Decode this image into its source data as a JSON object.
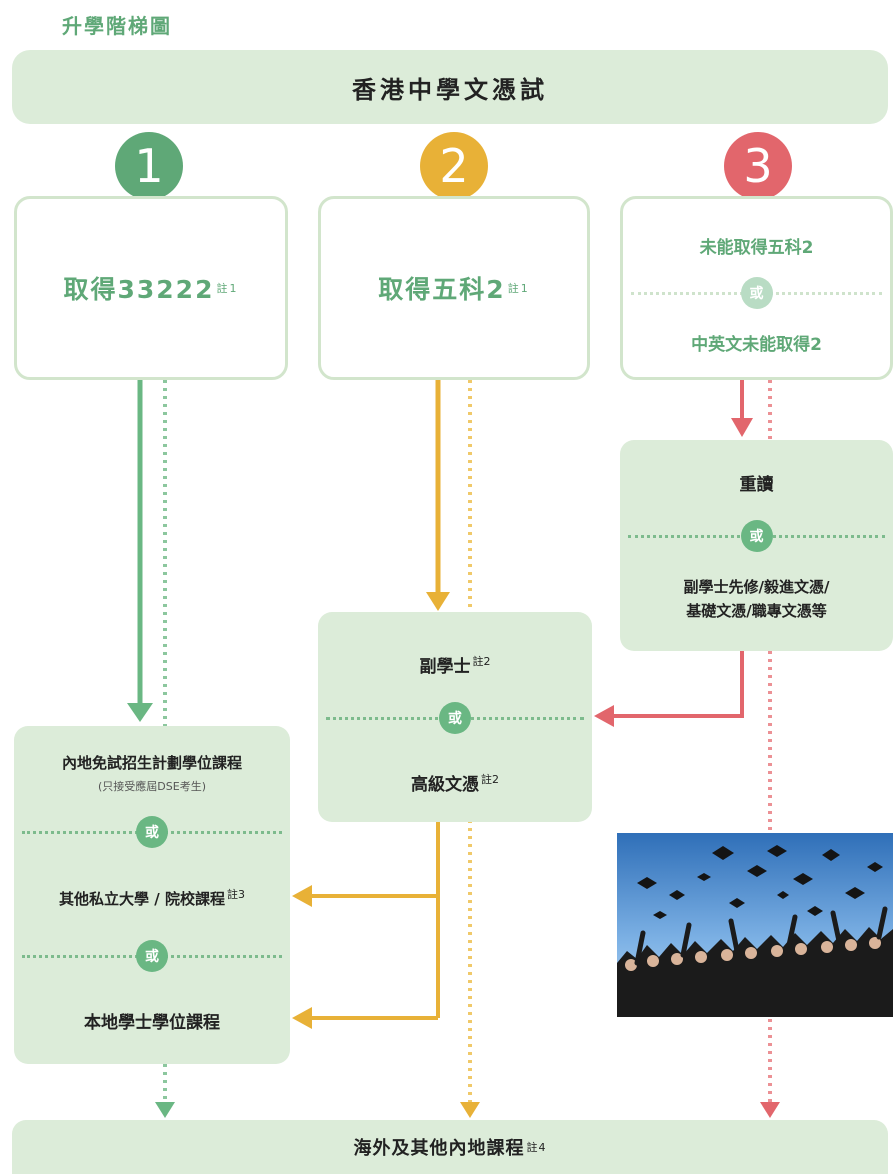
{
  "title": "升學階梯圖",
  "top_bar": "香港中學文憑試",
  "bottom_bar": {
    "label": "海外及其他內地課程",
    "note": "註4"
  },
  "colors": {
    "green": "#5fa877",
    "green_line": "#6ab783",
    "orange": "#e8b137",
    "red": "#e2666c",
    "box_fill": "#dcecd9",
    "box_border": "#d2e5cc"
  },
  "pathways": [
    {
      "number": "1",
      "label": "取得33222",
      "note": "註1"
    },
    {
      "number": "2",
      "label": "取得五科2",
      "note": "註1"
    },
    {
      "number": "3",
      "line1": "未能取得五科2",
      "or": "或",
      "line2": "中英文未能取得2"
    }
  ],
  "repeat_box": {
    "line1": "重讀",
    "or": "或",
    "line2": "副學士先修/毅進文憑/",
    "line3": "基礎文憑/職專文憑等"
  },
  "associate_box": {
    "line1": "副學士",
    "note1": "註2",
    "or": "或",
    "line2": "高級文憑",
    "note2": "註2"
  },
  "degree_box": {
    "line1": "內地免試招生計劃學位課程",
    "line1_sub": "(只接受應屆DSE考生)",
    "or1": "或",
    "line2": "其他私立大學 / 院校課程",
    "note2": "註3",
    "or2": "或",
    "line3": "本地學士學位課程"
  },
  "photo": {
    "subject": "graduation-caps-thrown"
  }
}
